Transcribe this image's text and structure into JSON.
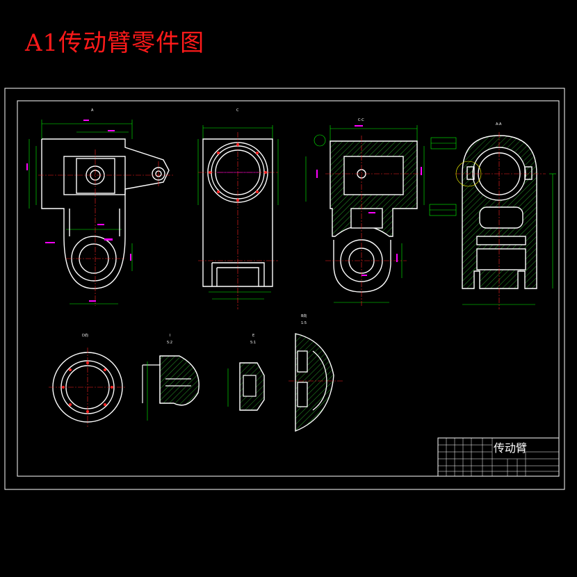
{
  "page": {
    "title": "A1传动臂零件图"
  },
  "colors": {
    "background": "#000000",
    "outline": "#ffffff",
    "dimension": "#00ff00",
    "centerline": "#ff2020",
    "text_accent": "#ff00ff",
    "hatch": "#30c030",
    "title_text": "#ff1a1a"
  },
  "views": {
    "front_label": "A",
    "side_label": "C",
    "section_cc_label": "C-C",
    "section_aa_label": "A-A",
    "detail_d_label": "D向",
    "detail_1_label": "I",
    "detail_1_scale": "5:2",
    "detail_2_label": "E",
    "detail_2_scale": "5:1",
    "detail_b_label": "B向",
    "detail_b_scale": "1:5"
  },
  "title_block": {
    "part_name": "传动臂"
  }
}
